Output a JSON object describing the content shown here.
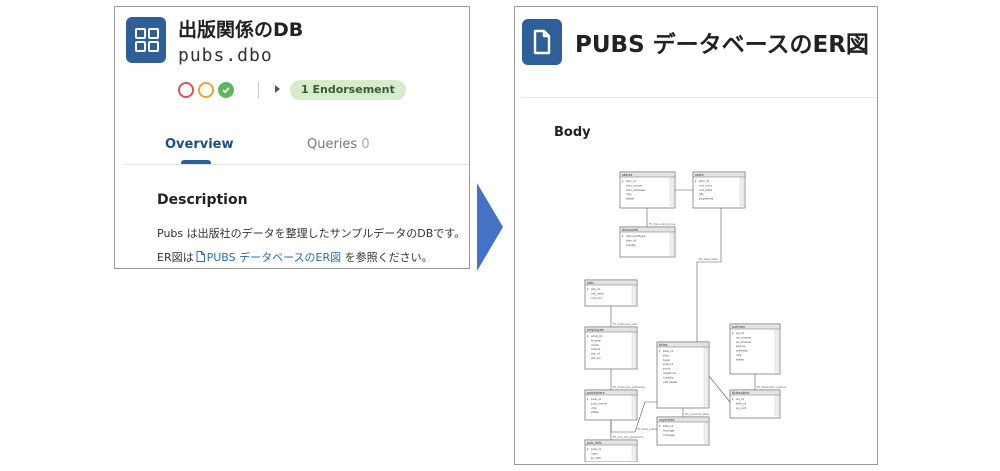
{
  "left_panel": {
    "title": "出版関係のDB",
    "schema": "pubs.dbo",
    "status_icons": [
      "red-circle",
      "orange-circle",
      "green-check-circle"
    ],
    "endorsement_label": "1 Endorsement",
    "tabs": [
      {
        "label": "Overview",
        "count": ""
      },
      {
        "label": "Queries",
        "count": "0"
      }
    ],
    "description_heading": "Description",
    "description_line1": "Pubs は出版社のデータを整理したサンプルデータのDBです。",
    "description_line2_prefix": "ER図は",
    "description_link": "PUBS データベースのER図",
    "description_line2_suffix": "を参照ください。"
  },
  "right_panel": {
    "title": "PUBS データベースのER図",
    "section_heading": "Body",
    "er_diagram": {
      "tables": [
        {
          "name": "titles",
          "rows": [
            "title_id",
            "title",
            "type",
            "pub_id",
            "price",
            "advance",
            "royalty",
            "ytd_sales"
          ]
        },
        {
          "name": "stores",
          "rows": [
            "stor_id",
            "stor_name",
            "stor_address",
            "city",
            "state"
          ]
        },
        {
          "name": "sales",
          "rows": [
            "stor_id",
            "ord_num",
            "ord_date",
            "qty",
            "payterms"
          ]
        },
        {
          "name": "discounts",
          "rows": [
            "discounttype",
            "stor_id",
            "lowqty"
          ]
        },
        {
          "name": "jobs",
          "rows": [
            "job_id",
            "job_desc",
            "min_lvl"
          ]
        },
        {
          "name": "employee",
          "rows": [
            "emp_id",
            "fname",
            "minit",
            "lname",
            "job_id",
            "job_lvl"
          ]
        },
        {
          "name": "authors",
          "rows": [
            "au_id",
            "au_lname",
            "au_fname",
            "phone",
            "address",
            "city",
            "state"
          ]
        },
        {
          "name": "publishers",
          "rows": [
            "pub_id",
            "pub_name",
            "city",
            "state"
          ]
        },
        {
          "name": "titleauthor",
          "rows": [
            "au_id",
            "title_id",
            "au_ord"
          ]
        },
        {
          "name": "roysched",
          "rows": [
            "title_id",
            "lorange",
            "hirange"
          ]
        },
        {
          "name": "pub_info",
          "rows": [
            "pub_id",
            "logo",
            "pr_info"
          ]
        }
      ],
      "relations": [
        "FK_sales_stores",
        "FK_discounts_stores",
        "FK_sales_titles",
        "FK_employee_jobs",
        "FK_titles_publishers",
        "FK_employee_publishers",
        "FK_titleauthor_authors",
        "FK_titleauthor_titles",
        "FK_roysched_titles",
        "FK_pub_info_publishers"
      ]
    }
  },
  "colors": {
    "brand_blue": "#2f5f98",
    "link_blue": "#2a6db0",
    "arrow_blue": "#4472c4",
    "endorsement_bg": "#d6eccd",
    "status_red": "#d9534f",
    "status_orange": "#f0a030",
    "status_green": "#5cb85c"
  }
}
